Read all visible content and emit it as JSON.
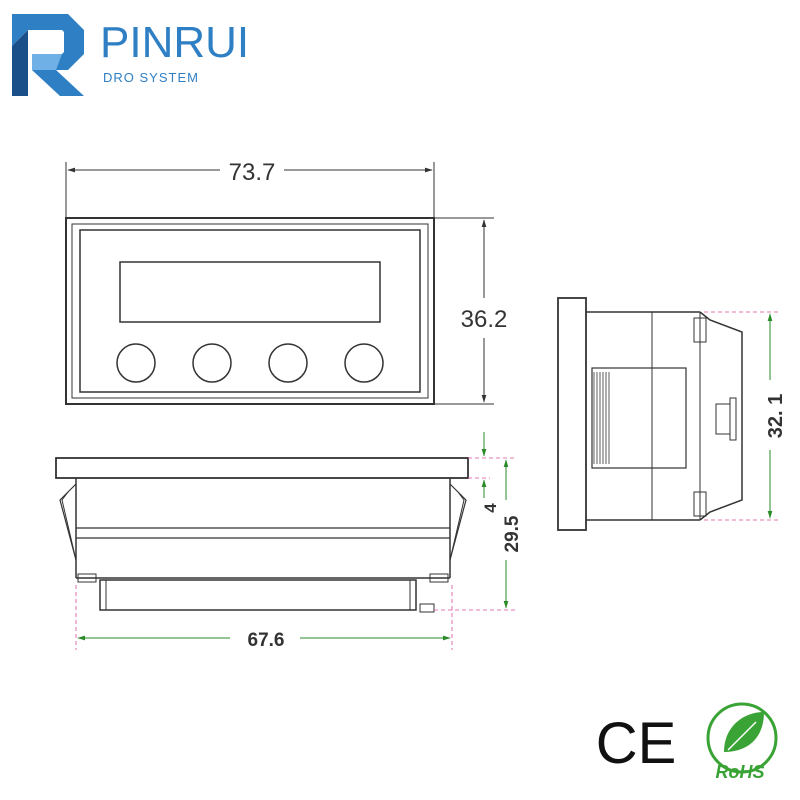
{
  "brand": {
    "name": "PINRUI",
    "subtitle": "DRO SYSTEM",
    "color": "#2f7fc4",
    "logo_colors": [
      "#2f7fc4",
      "#1a4f8a",
      "#6fb0e6"
    ]
  },
  "front_view": {
    "width_label": "73.7",
    "height_label": "36.2",
    "buttons": 4
  },
  "bottom_view": {
    "bezel_label": "4",
    "depth_label": "29.5",
    "body_width_label": "67.6"
  },
  "side_view": {
    "height_label": "32. 1"
  },
  "certifications": {
    "ce_mark": "CE",
    "rohs": "RoHS",
    "rohs_color": "#3aa335"
  },
  "colors": {
    "line": "#333333",
    "dimension": "#555555",
    "arrow_green": "#2a8a2a",
    "guide_pink": "#d94f9c"
  }
}
